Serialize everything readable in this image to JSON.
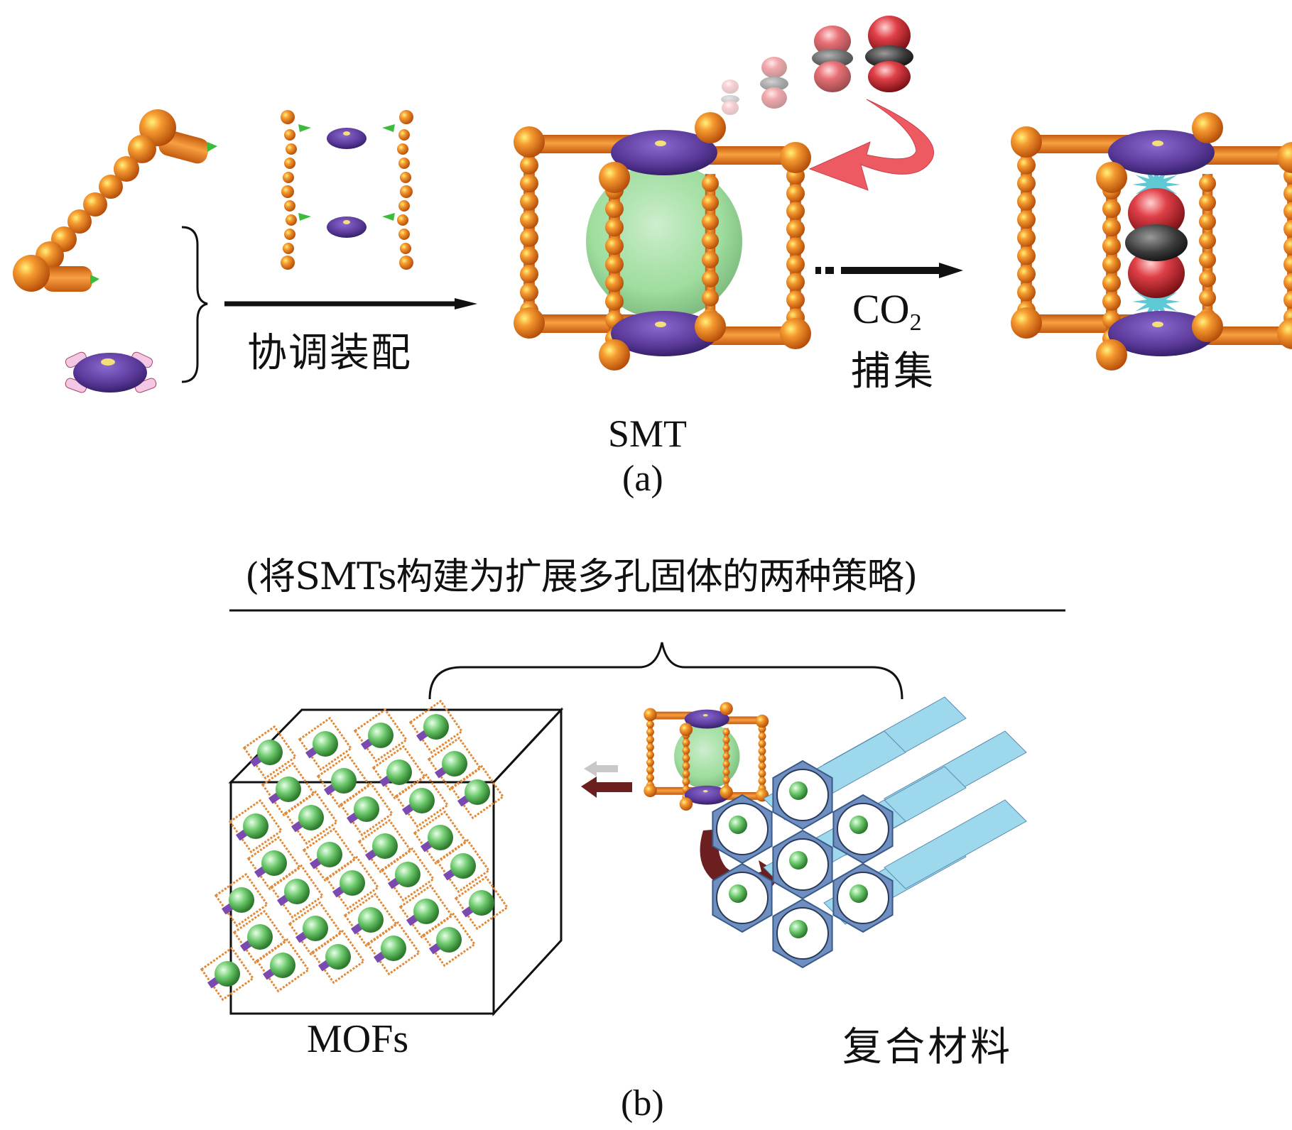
{
  "figure": {
    "panel_a": {
      "label": "(a)",
      "step1_label": "协调装配",
      "product_label": "SMT",
      "step2_label_main": "CO",
      "step2_label_sub": "2",
      "step2_label_cn": "捕集",
      "components": [
        "curved organic ligand",
        "metal node (paddlewheel)",
        "partially assembled cage",
        "SMT cage with cavity",
        "CO2 molecules approaching",
        "SMT cage with captured CO2"
      ]
    },
    "panel_b": {
      "label": "(b)",
      "title": "(将SMTs构建为扩展多孔固体的两种策略)",
      "left_product": "MOFs",
      "right_product": "复合材料",
      "components": [
        "MOF lattice cube",
        "SMT cage",
        "hexagonal honeycomb composite"
      ]
    },
    "colors": {
      "ligand": "#f07a22",
      "node": "#5b3a9a",
      "cavity": "#7fd27f",
      "oxygen": "#c8242c",
      "carbon": "#3a3a3a",
      "red_arrow": "#ee5a62",
      "spark": "#5ec8d4",
      "dark_arrow": "#6b1f1f",
      "honeycomb": "#8fd0e6"
    }
  }
}
